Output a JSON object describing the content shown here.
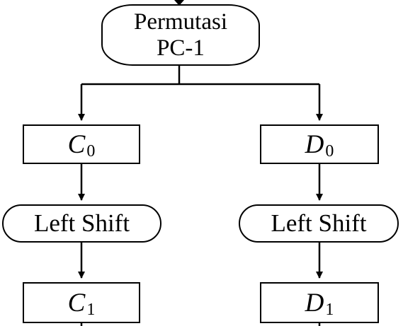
{
  "diagram": {
    "top_node": {
      "line1": "Permutasi",
      "line2": "PC-1"
    },
    "left_branch": {
      "register0": {
        "symbol": "C",
        "subscript": "0"
      },
      "shift_label": "Left Shift",
      "register1": {
        "symbol": "C",
        "subscript": "1"
      }
    },
    "right_branch": {
      "register0": {
        "symbol": "D",
        "subscript": "0"
      },
      "shift_label": "Left Shift",
      "register1": {
        "symbol": "D",
        "subscript": "1"
      }
    }
  }
}
